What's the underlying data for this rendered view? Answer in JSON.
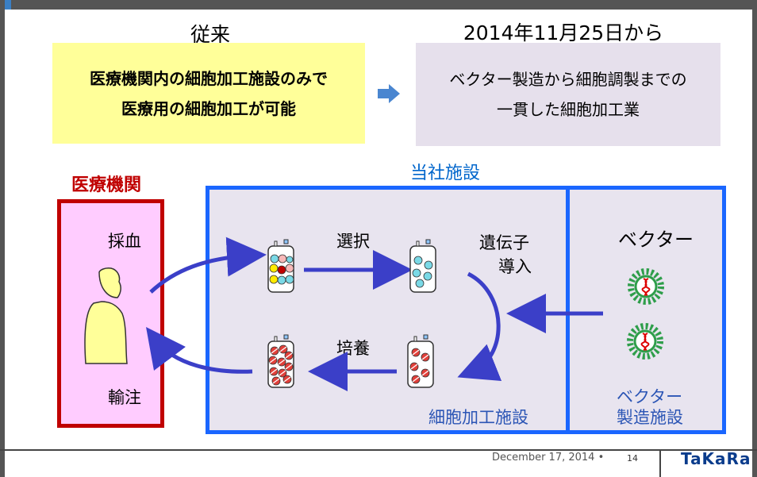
{
  "left_heading": "従来",
  "right_heading": "2014年11月25日から",
  "old_box": {
    "line1": "医療機関内の細胞加工施設のみで",
    "line2": "医療用の細胞加工が可能"
  },
  "new_box": {
    "line1": "ベクター製造から細胞調製までの",
    "line2": "一貫した細胞加工業"
  },
  "hospital_title": "医療機関",
  "company_title": "当社施設",
  "blood_draw": "採血",
  "infusion": "輸注",
  "selection": "選択",
  "gene_transfer_1": "遺伝子",
  "gene_transfer_2": "導入",
  "culture": "培養",
  "vector": "ベクター",
  "cell_processing_facility": "細胞加工施設",
  "vector_facility_1": "ベクター",
  "vector_facility_2": "製造施設",
  "footer": {
    "date": "December 17, 2014 •",
    "page": "14",
    "logo": "TaKaRa"
  },
  "colors": {
    "hospital": "#c00000",
    "facility": "#1a66ff",
    "arrow": "#3b3fc8",
    "vector": "#2e9e4a"
  }
}
